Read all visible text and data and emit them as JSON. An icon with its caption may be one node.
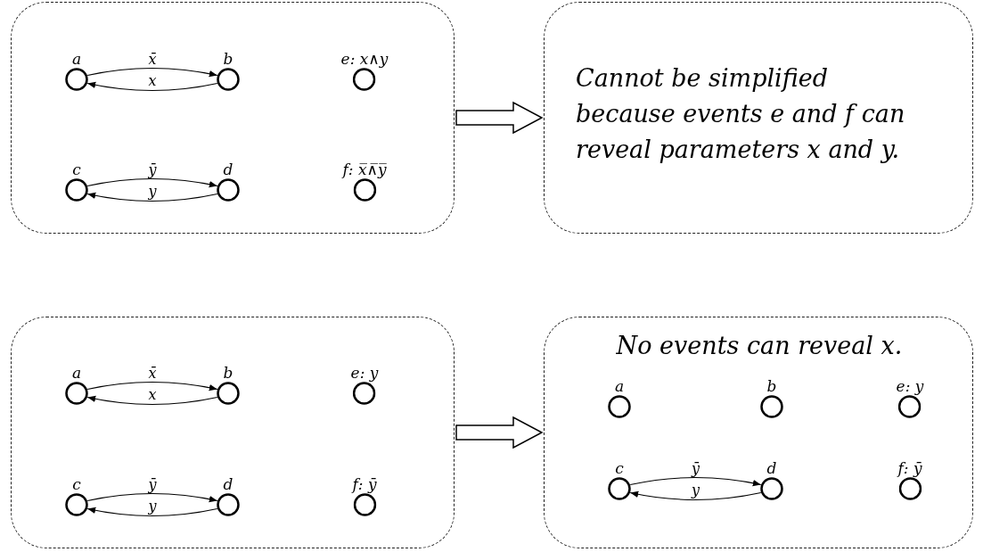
{
  "diagram": {
    "nodes": [
      {
        "text": [],
        "shape": "box"
      },
      {
        "text": [
          "a"
        ],
        "in": 0
      },
      {
        "text": [
          "b"
        ],
        "in": 0
      },
      {
        "text": [
          "e: x∧y"
        ],
        "in": 0
      },
      {
        "text": [
          "c"
        ],
        "in": 0
      },
      {
        "text": [
          "d"
        ],
        "in": 0
      },
      {
        "text": [
          "f: x̅∧̅y̅"
        ],
        "in": 0
      },
      {
        "text": [
          "Cannot be simplified because events e and f can reveal parameters x and y."
        ]
      },
      {
        "text": [],
        "shape": "box"
      },
      {
        "text": [
          "a"
        ],
        "in": 8
      },
      {
        "text": [
          "b"
        ],
        "in": 8
      },
      {
        "text": [
          "e: y"
        ],
        "in": 8
      },
      {
        "text": [
          "c"
        ],
        "in": 8
      },
      {
        "text": [
          "d"
        ],
        "in": 8
      },
      {
        "text": [
          "f: ȳ"
        ],
        "in": 8
      },
      {
        "text": [
          "No events can reveal x."
        ]
      },
      {
        "text": [
          "a"
        ],
        "in": 15
      },
      {
        "text": [
          "b"
        ],
        "in": 15
      },
      {
        "text": [
          "e: y"
        ],
        "in": 15
      },
      {
        "text": [
          "c"
        ],
        "in": 15
      },
      {
        "text": [
          "d"
        ],
        "in": 15
      },
      {
        "text": [
          "f: ȳ"
        ],
        "in": 15
      }
    ],
    "edges": [
      {
        "from": 1,
        "to": 2,
        "arrow": "to",
        "label": "x̄"
      },
      {
        "from": 2,
        "to": 1,
        "arrow": "to",
        "label": "x"
      },
      {
        "from": 4,
        "to": 5,
        "arrow": "to",
        "label": "ȳ"
      },
      {
        "from": 5,
        "to": 4,
        "arrow": "to",
        "label": "y"
      },
      {
        "from": 9,
        "to": 10,
        "arrow": "to",
        "label": "x̄"
      },
      {
        "from": 10,
        "to": 9,
        "arrow": "to",
        "label": "x"
      },
      {
        "from": 12,
        "to": 13,
        "arrow": "to",
        "label": "ȳ"
      },
      {
        "from": 13,
        "to": 12,
        "arrow": "to",
        "label": "y"
      },
      {
        "from": 19,
        "to": 20,
        "arrow": "to",
        "label": "ȳ"
      },
      {
        "from": 20,
        "to": 19,
        "arrow": "to",
        "label": "y"
      },
      {
        "from": 0,
        "to": 7,
        "arrow": "to",
        "style": "thick"
      },
      {
        "from": 8,
        "to": 15,
        "arrow": "to",
        "style": "thick"
      }
    ]
  }
}
